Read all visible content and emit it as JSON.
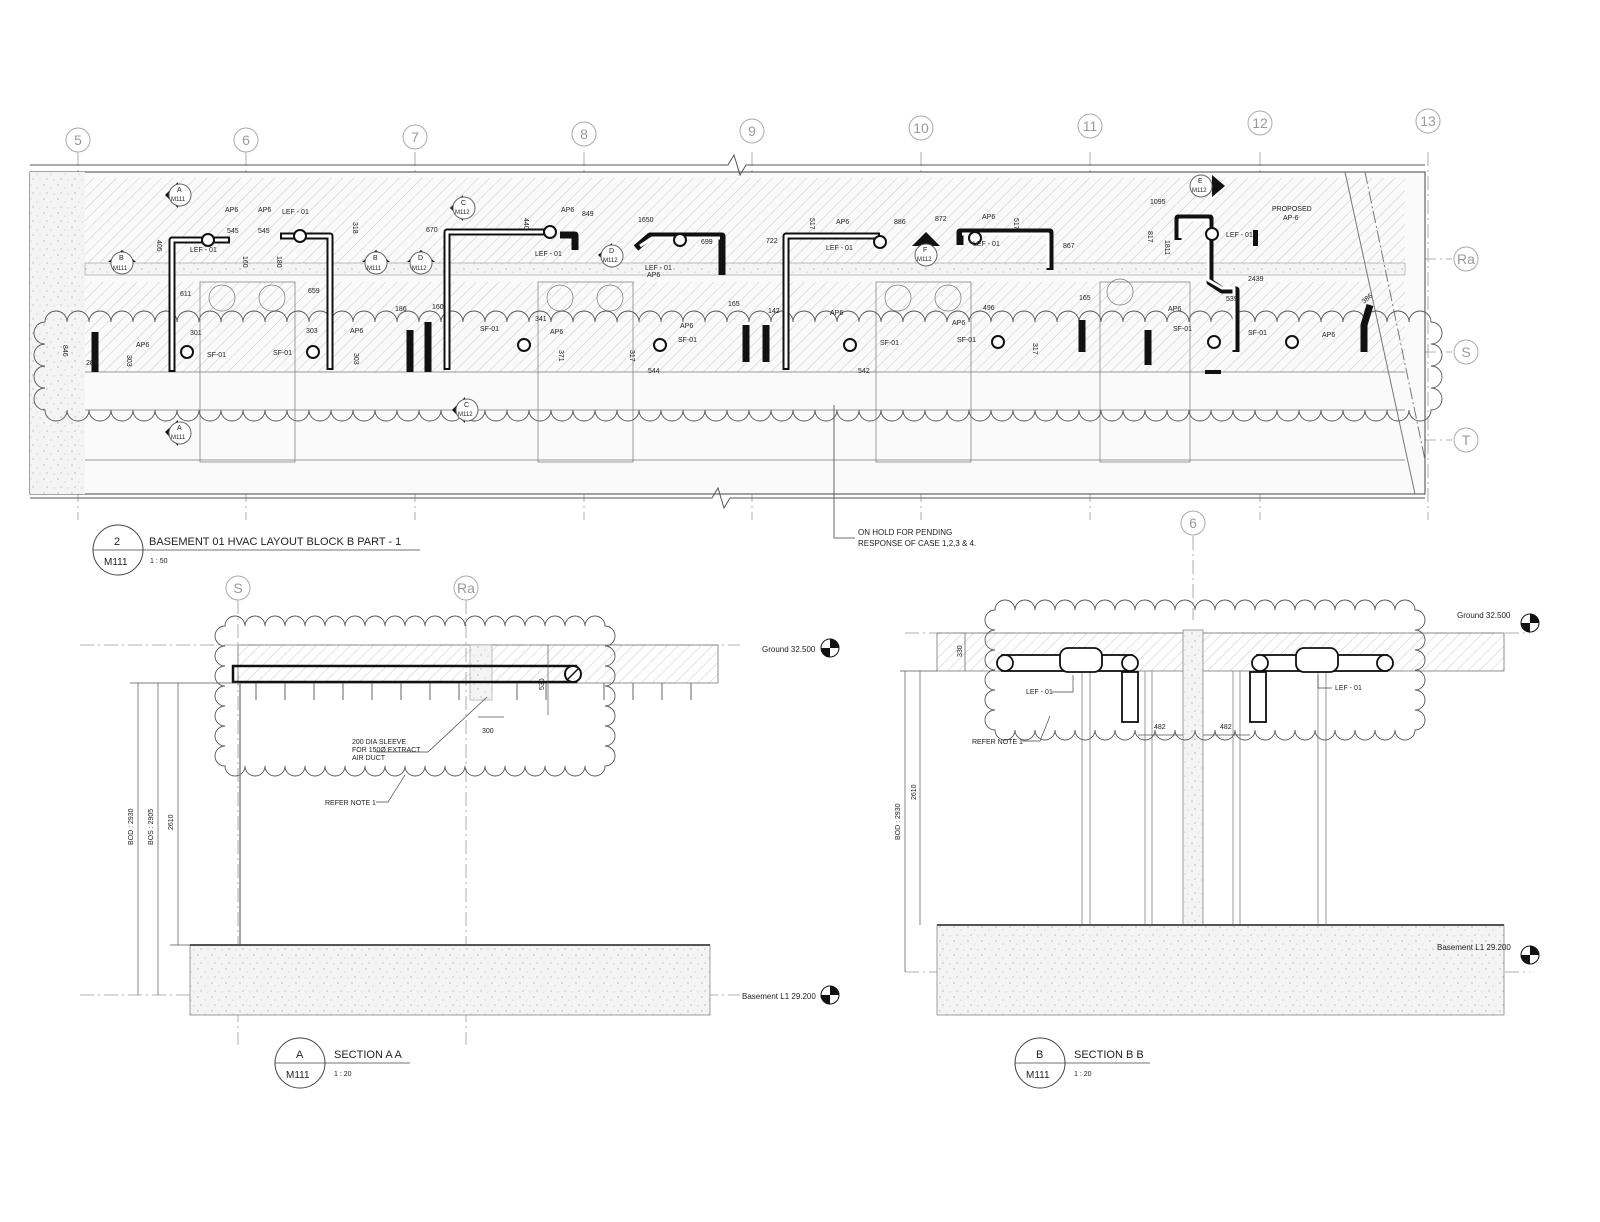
{
  "drawing": {
    "plan": {
      "title": "BASEMENT 01 HVAC LAYOUT BLOCK B PART - 1",
      "number": "2",
      "sheet": "M111",
      "scale": "1 : 50",
      "grid_columns": [
        "5",
        "6",
        "7",
        "8",
        "9",
        "10",
        "11",
        "12",
        "13"
      ],
      "grid_rows": [
        "Ra",
        "S",
        "T"
      ],
      "note": [
        "ON HOLD FOR PENDING",
        "RESPONSE OF CASE 1,2,3 & 4."
      ],
      "section_markers": [
        {
          "id": "A",
          "sheet": "M111"
        },
        {
          "id": "B",
          "sheet": "M111"
        },
        {
          "id": "C",
          "sheet": "M112"
        },
        {
          "id": "B",
          "sheet": "M111"
        },
        {
          "id": "D",
          "sheet": "M112"
        },
        {
          "id": "C",
          "sheet": "M112"
        },
        {
          "id": "D",
          "sheet": "M112"
        },
        {
          "id": "F",
          "sheet": "M112"
        },
        {
          "id": "E",
          "sheet": "M112"
        },
        {
          "id": "A",
          "sheet": "M111"
        }
      ],
      "labels": [
        "AP6",
        "AP6",
        "LEF - 01",
        "LEF - 01",
        "AP6",
        "LEF - 01",
        "AP6",
        "LEF - 01",
        "AP6",
        "LEF - 01",
        "AP6",
        "LEF - 01",
        "PROPOSED",
        "AP-6",
        "LEF - 01",
        "AP6",
        "SF-01",
        "SF-01",
        "AP6",
        "SF-01",
        "AP6",
        "SF-01",
        "AP6",
        "SF-01",
        "AP6",
        "SF-01",
        "AP6",
        "SF-01",
        "AP6",
        "SF-01",
        "AP6"
      ],
      "dimensions": [
        "405",
        "545",
        "545",
        "318",
        "670",
        "440",
        "849",
        "1650",
        "699",
        "722",
        "517",
        "886",
        "872",
        "517",
        "867",
        "1095",
        "817",
        "1811",
        "160",
        "180",
        "611",
        "659",
        "186",
        "160",
        "165",
        "142",
        "496",
        "165",
        "2439",
        "539",
        "386",
        "846",
        "285",
        "303",
        "301",
        "303",
        "303",
        "341",
        "371",
        "317",
        "544",
        "542",
        "317"
      ]
    },
    "section_a": {
      "id": "A",
      "title": "SECTION A A",
      "sheet": "M111",
      "scale": "1 : 20",
      "grid": [
        "S",
        "Ra"
      ],
      "level_top": "Ground  32.500",
      "level_bottom": "Basement L1  29.200",
      "sleeve_note": [
        "200 DIA SLEEVE",
        "FOR 150Ø EXTRACT",
        "AIR DUCT"
      ],
      "refer_note": "REFER NOTE 1",
      "dims": {
        "d530": "530",
        "d300": "300",
        "bod": "BOD : 2930",
        "bos": "BOS : 2905",
        "d2610": "2610"
      }
    },
    "section_b": {
      "id": "B",
      "title": "SECTION B B",
      "sheet": "M111",
      "scale": "1 : 20",
      "grid": "6",
      "level_top": "Ground  32.500",
      "level_bottom": "Basement L1  29.200",
      "fan_label_left": "LEF - 01",
      "fan_label_right": "LEF - 01",
      "refer_note": "REFER NOTE 1",
      "dims": {
        "d330": "330",
        "d482a": "482",
        "d482b": "482",
        "bod": "BOD : 2930",
        "d2610": "2610"
      }
    }
  }
}
